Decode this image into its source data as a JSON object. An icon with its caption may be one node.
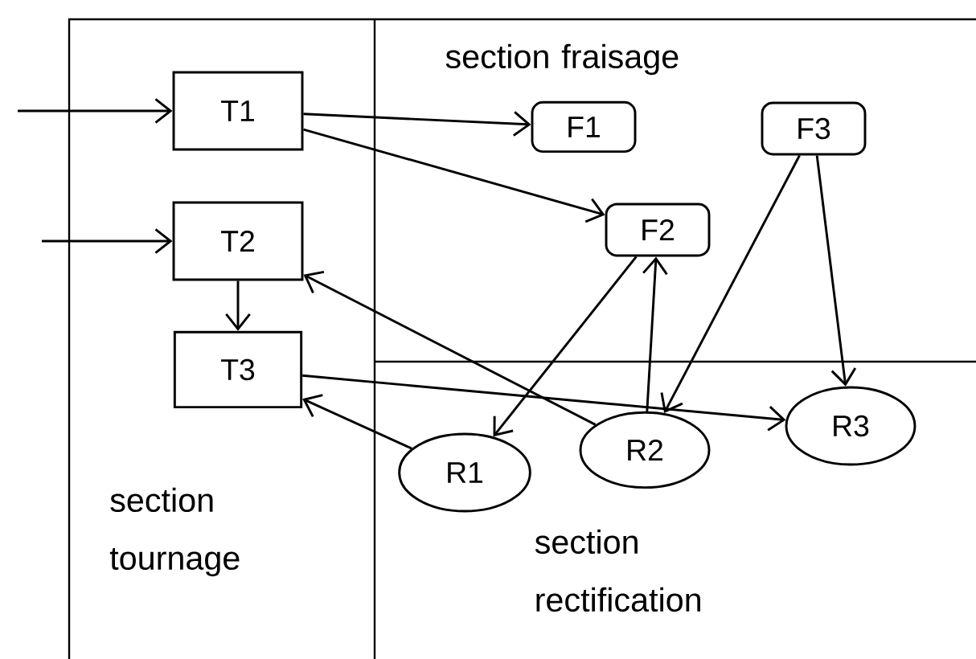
{
  "diagram": {
    "nodes": [
      {
        "text": [
          "T1"
        ]
      },
      {
        "text": [
          "T2"
        ]
      },
      {
        "text": [
          "T3"
        ]
      },
      {
        "text": [
          "F1"
        ]
      },
      {
        "text": [
          "F2"
        ]
      },
      {
        "text": [
          "F3"
        ]
      },
      {
        "text": [
          "R1"
        ]
      },
      {
        "text": [
          "R2"
        ]
      },
      {
        "text": [
          "R3"
        ]
      }
    ],
    "edges": [
      {
        "from": null,
        "to": 0,
        "arrow": "to"
      },
      {
        "from": null,
        "to": 1,
        "arrow": "to"
      },
      {
        "from": 0,
        "to": 3,
        "arrow": "to"
      },
      {
        "from": 0,
        "to": 4,
        "arrow": "to"
      },
      {
        "from": 1,
        "to": 2,
        "arrow": "to"
      },
      {
        "from": 7,
        "to": 1,
        "arrow": "to"
      },
      {
        "from": 6,
        "to": 2,
        "arrow": "to"
      },
      {
        "from": 4,
        "to": 6,
        "arrow": "to"
      },
      {
        "from": 7,
        "to": 4,
        "arrow": "to"
      },
      {
        "from": 5,
        "to": 7,
        "arrow": "to"
      },
      {
        "from": 5,
        "to": 8,
        "arrow": "to"
      },
      {
        "from": 2,
        "to": 8,
        "arrow": "to"
      }
    ],
    "labels": [
      "section fraisage",
      "section tournage",
      "section rectification"
    ]
  }
}
